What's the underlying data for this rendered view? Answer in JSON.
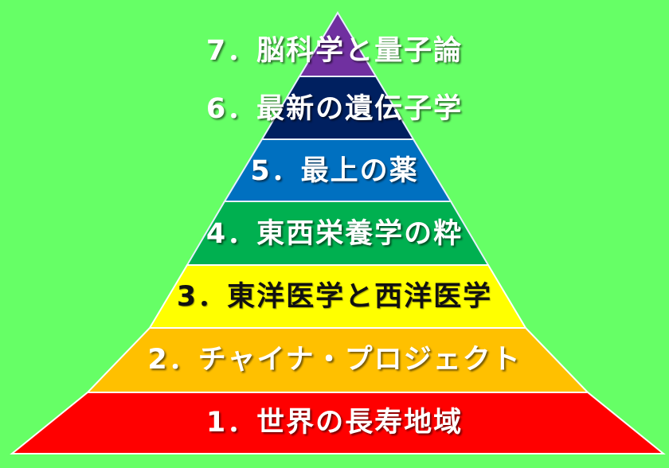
{
  "diagram": {
    "type": "pyramid",
    "background_color": "#66ff66",
    "layers": [
      {
        "level": 7,
        "label": "7．脳科学と量子論",
        "color": "#7030a0",
        "text_color": "light"
      },
      {
        "level": 6,
        "label": "6．最新の遺伝子学",
        "color": "#002060",
        "text_color": "light"
      },
      {
        "level": 5,
        "label": "5．最上の薬",
        "color": "#0070c0",
        "text_color": "light"
      },
      {
        "level": 4,
        "label": "4．東西栄養学の粋",
        "color": "#00b050",
        "text_color": "light"
      },
      {
        "level": 3,
        "label": "3．東洋医学と西洋医学",
        "color": "#ffff00",
        "text_color": "dark"
      },
      {
        "level": 2,
        "label": "2．チャイナ・プロジェクト",
        "color": "#ffc000",
        "text_color": "light"
      },
      {
        "level": 1,
        "label": "1．世界の長寿地域",
        "color": "#ff0000",
        "text_color": "light"
      }
    ]
  }
}
